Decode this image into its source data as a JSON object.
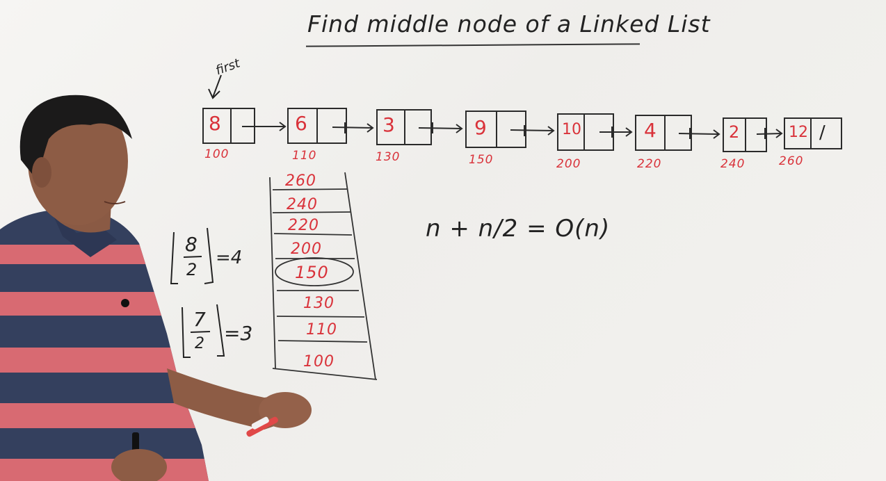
{
  "board": {
    "title": "Find middle node of a Linked List",
    "pointer_label": "first",
    "nodes": [
      {
        "value": "8",
        "address": "100",
        "next": ""
      },
      {
        "value": "6",
        "address": "110",
        "next": ""
      },
      {
        "value": "3",
        "address": "130",
        "next": ""
      },
      {
        "value": "9",
        "address": "150",
        "next": ""
      },
      {
        "value": "10",
        "address": "200",
        "next": ""
      },
      {
        "value": "4",
        "address": "220",
        "next": ""
      },
      {
        "value": "2",
        "address": "240",
        "next": ""
      },
      {
        "value": "12",
        "address": "260",
        "next": "/"
      }
    ],
    "stack_cells": [
      "260",
      "240",
      "220",
      "200",
      "150",
      "130",
      "110",
      "100"
    ],
    "stack_circled": "150",
    "floor_even": {
      "numerator": "8",
      "denominator": "2",
      "result": "=4"
    },
    "floor_odd": {
      "numerator": "7",
      "denominator": "2",
      "result": "=3"
    },
    "complexity_formula": "n + n/2 = O(n)"
  },
  "colors": {
    "board": "#f3f2ef",
    "marker_black": "#222222",
    "marker_red": "#d9323a",
    "shirt_navy": "#34405e",
    "shirt_pink": "#d86a72"
  }
}
